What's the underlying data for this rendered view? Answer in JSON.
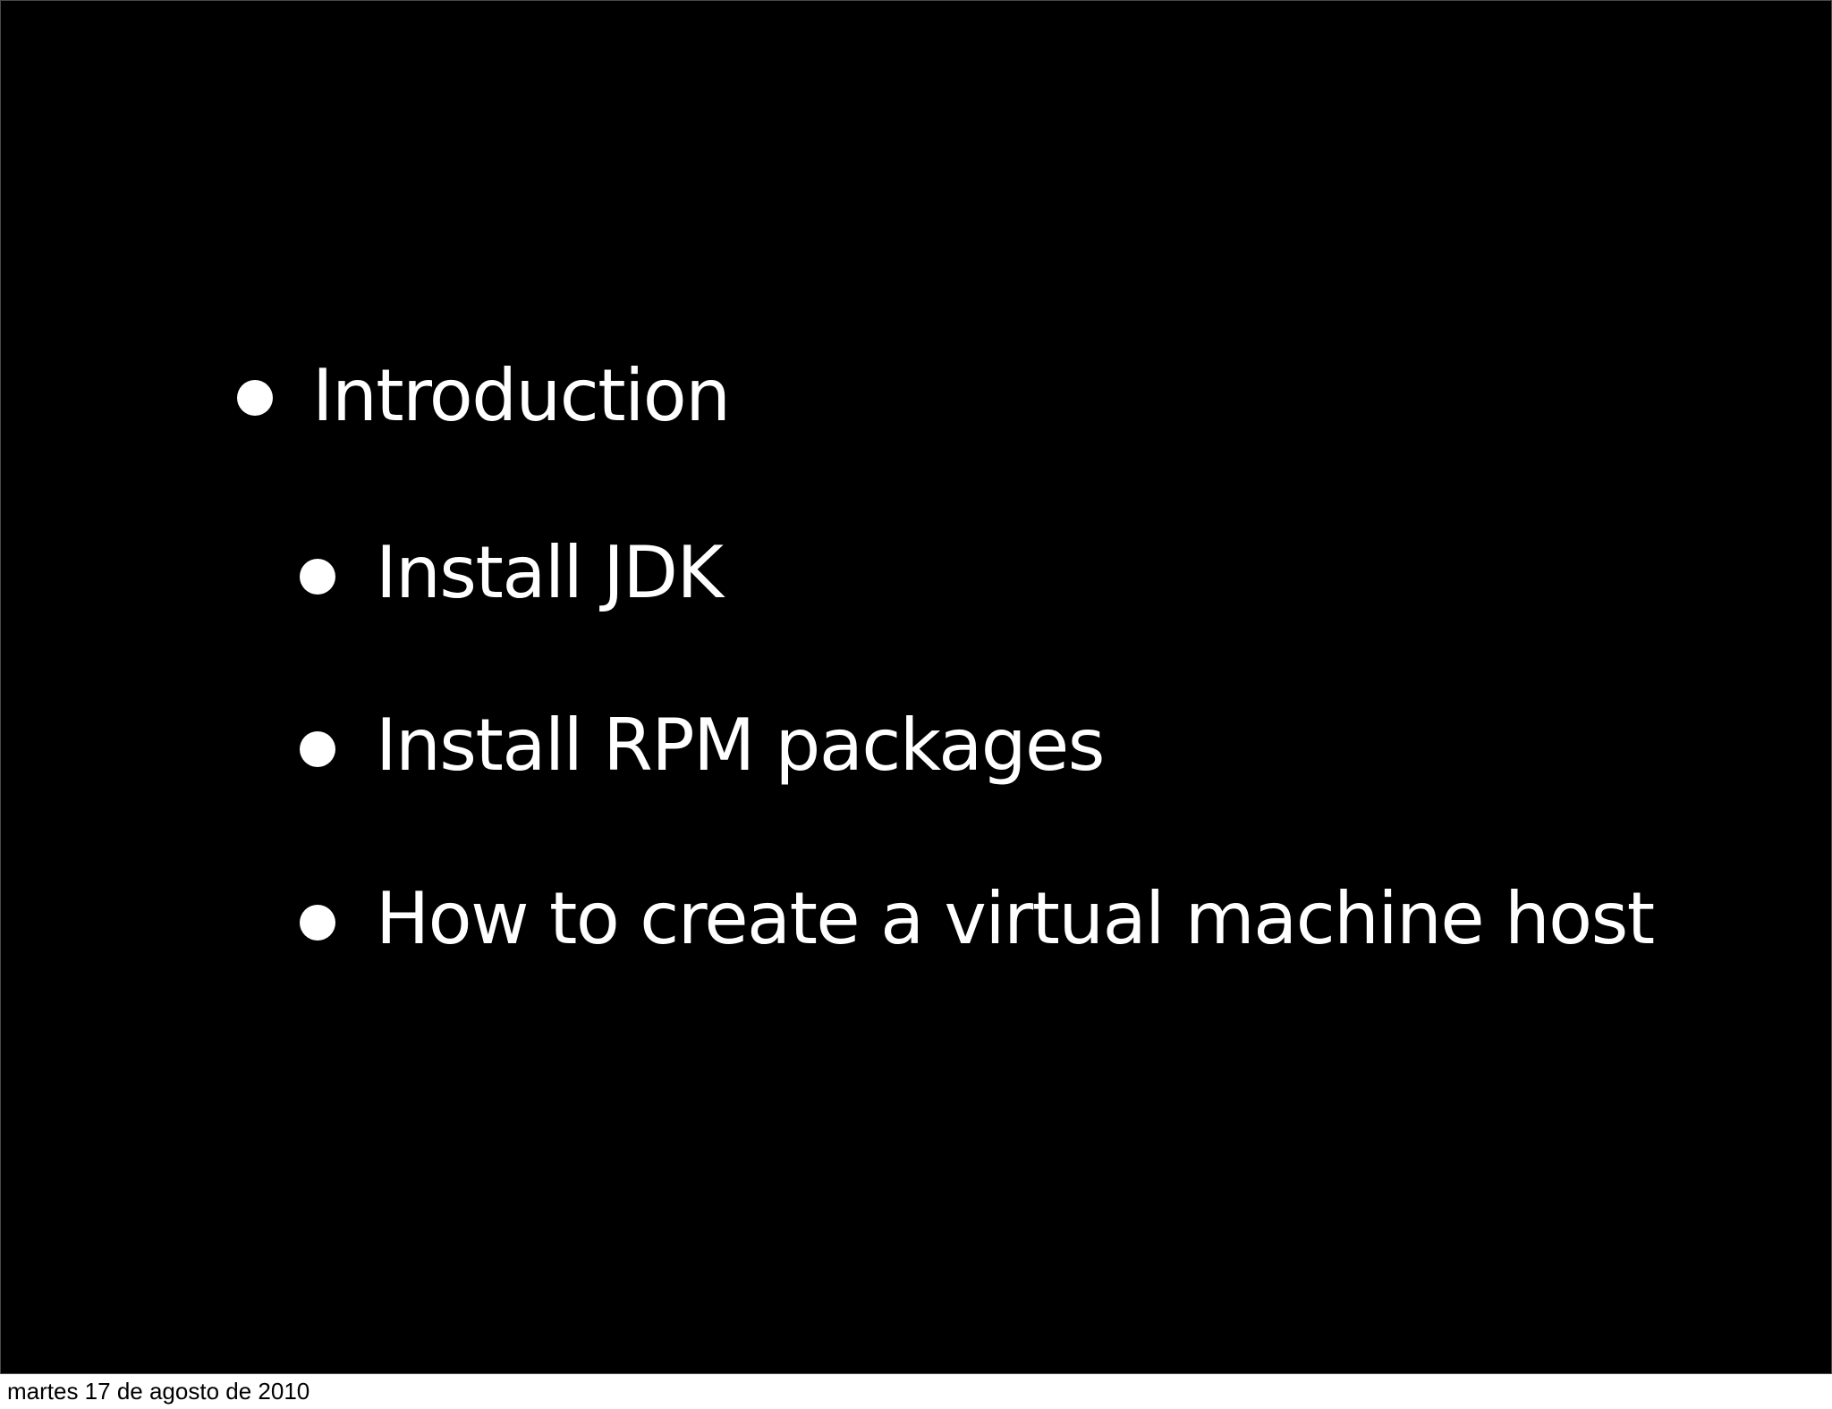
{
  "slide": {
    "background_color": "#000000",
    "text_color": "#ffffff",
    "bullets": [
      {
        "level": 0,
        "text": "Introduction"
      },
      {
        "level": 1,
        "text": "Install JDK"
      },
      {
        "level": 1,
        "text": "Install RPM packages"
      },
      {
        "level": 1,
        "text": "How to create a virtual machine host"
      }
    ]
  },
  "footer": {
    "date_text": "martes 17 de agosto de 2010"
  }
}
